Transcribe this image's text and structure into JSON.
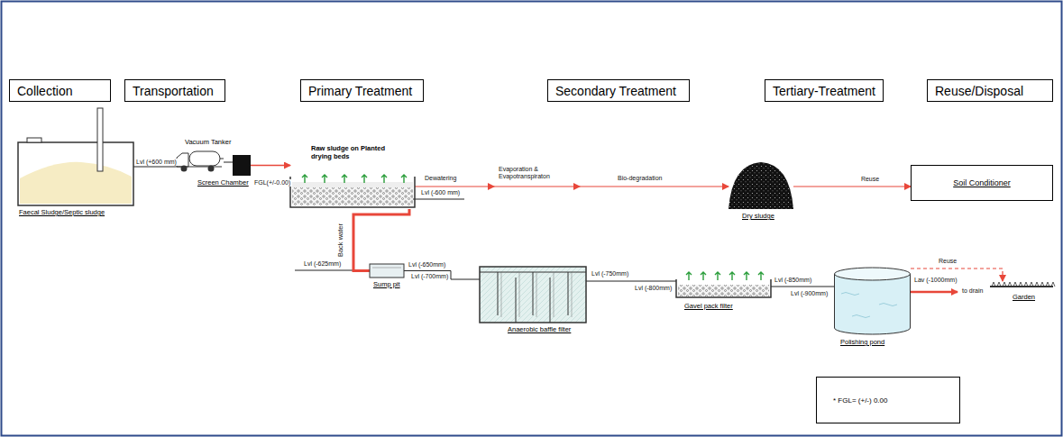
{
  "diagram": {
    "nodes": [
      {
        "text": [
          "Collection"
        ]
      },
      {
        "text": [
          "Transportation"
        ]
      },
      {
        "text": [
          "Primary Treatment"
        ]
      },
      {
        "text": [
          "Secondary Treatment"
        ]
      },
      {
        "text": [
          "Tertiary-Treatment"
        ]
      },
      {
        "text": [
          "Reuse/Disposal"
        ]
      },
      {
        "text": [
          "Faecal Sludge/Septic sludge"
        ]
      },
      {
        "text": [
          "Vacuum Tanker"
        ]
      },
      {
        "text": [
          "Screen Chamber"
        ]
      },
      {
        "text": [
          "Raw sludge on Planted drying beds"
        ]
      },
      {
        "text": [
          "Dry sludge"
        ]
      },
      {
        "text": [
          "Soil Conditioner"
        ]
      },
      {
        "text": [
          "Sump pit"
        ]
      },
      {
        "text": [
          "Anaerobic baffle filter"
        ]
      },
      {
        "text": [
          "Gavel pack filter"
        ]
      },
      {
        "text": [
          "Polishing pond"
        ]
      },
      {
        "text": [
          "Garden"
        ]
      },
      {
        "text": [
          "* FGL= (+/-) 0.00"
        ]
      }
    ],
    "edges": [
      {
        "from": 6,
        "to": 7,
        "arrow": "none"
      },
      {
        "from": 7,
        "to": 8,
        "arrow": "none"
      },
      {
        "from": 8,
        "to": 9,
        "arrow": "to"
      },
      {
        "from": 9,
        "to": 10,
        "arrow": "to"
      },
      {
        "from": 10,
        "to": 11,
        "label": "Reuse",
        "arrow": "to"
      },
      {
        "from": 9,
        "to": 12,
        "arrow": "none"
      },
      {
        "from": 12,
        "to": 13,
        "arrow": "none"
      },
      {
        "from": 13,
        "to": 14,
        "arrow": "none"
      },
      {
        "from": 14,
        "to": 15,
        "arrow": "none"
      },
      {
        "from": 15,
        "to": 16,
        "label": "Reuse",
        "arrow": "to"
      }
    ],
    "labels": [
      "Lvl (+600 mm)",
      "FGL(+/-0.00)",
      "Lvl (-600 mm)",
      "Dewatering",
      "Evaporation & Evapotranspiraton",
      "Bio-degradation",
      "Back water",
      "Lvl (-625mm)",
      "Lvl (-650mm)",
      "Lvl (-700mm)",
      "Lvl (-750mm)",
      "Lvl (-800mm)",
      "Lvl (-850mm)",
      "Lvl (-900mm)",
      "Lav (-1000mm)",
      "to drain"
    ]
  }
}
